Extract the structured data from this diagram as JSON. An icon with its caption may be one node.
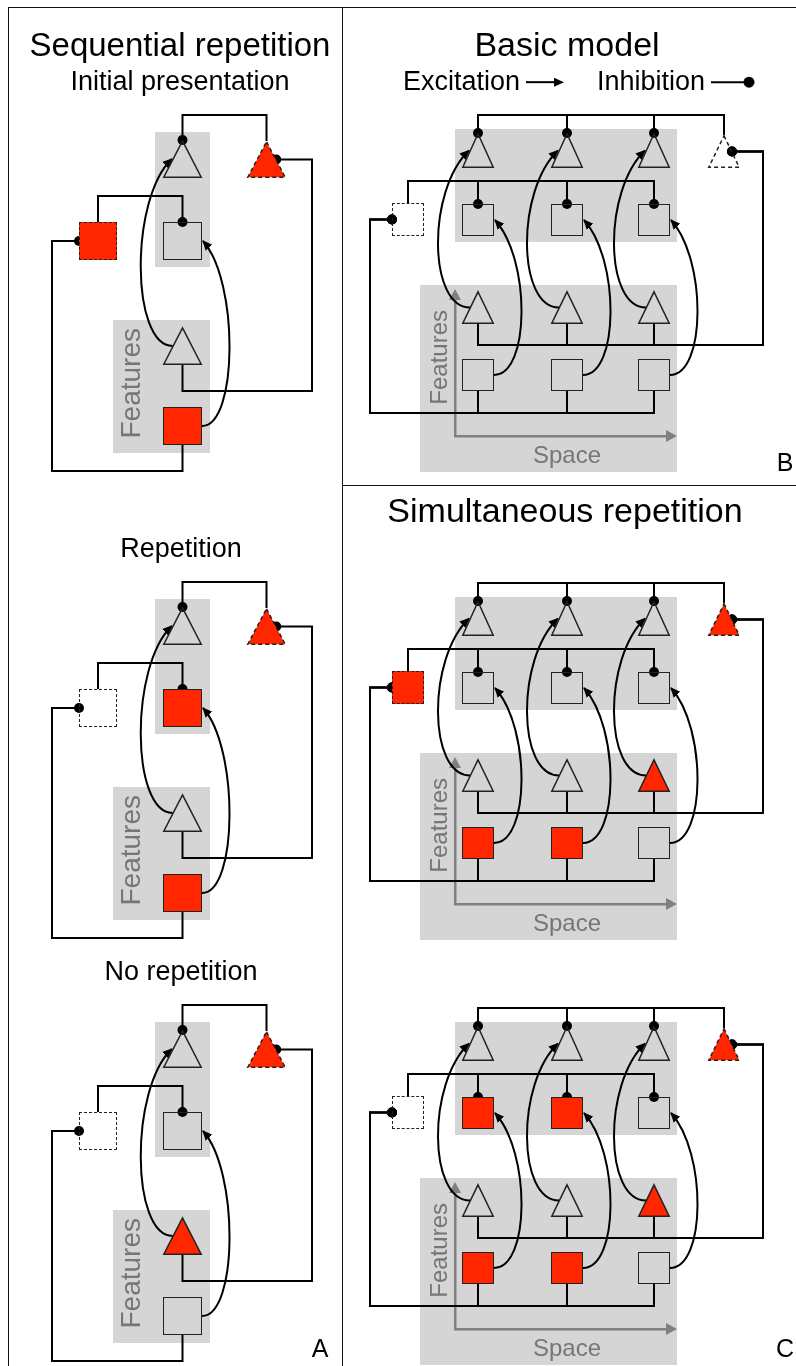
{
  "diagram": {
    "nodes": [
      {
        "text": [],
        "shape": "box"
      },
      {
        "text": [],
        "shape": "triangle",
        "in": 0
      },
      {
        "text": [],
        "shape": "square",
        "in": 0
      },
      {
        "text": [],
        "shape": "triangle"
      },
      {
        "text": [],
        "shape": "square"
      },
      {
        "text": [
          "Features"
        ]
      },
      {
        "text": [],
        "shape": "triangle",
        "in": 5
      },
      {
        "text": [],
        "shape": "square",
        "in": 5
      },
      {
        "text": [],
        "shape": "box"
      },
      {
        "text": [],
        "shape": "triangle",
        "in": 8
      },
      {
        "text": [],
        "shape": "square",
        "in": 8
      },
      {
        "text": [],
        "shape": "triangle"
      },
      {
        "text": [],
        "shape": "square"
      },
      {
        "text": [
          "Features"
        ]
      },
      {
        "text": [],
        "shape": "triangle",
        "in": 13
      },
      {
        "text": [],
        "shape": "square",
        "in": 13
      },
      {
        "text": [],
        "shape": "box"
      },
      {
        "text": [],
        "shape": "triangle",
        "in": 16
      },
      {
        "text": [],
        "shape": "square",
        "in": 16
      },
      {
        "text": [],
        "shape": "triangle"
      },
      {
        "text": [],
        "shape": "square"
      },
      {
        "text": [
          "Features"
        ]
      },
      {
        "text": [],
        "shape": "triangle",
        "in": 21
      },
      {
        "text": [],
        "shape": "square",
        "in": 21
      },
      {
        "text": [],
        "shape": "box"
      },
      {
        "text": [],
        "shape": "triangle",
        "in": 24
      },
      {
        "text": [],
        "shape": "triangle",
        "in": 24
      },
      {
        "text": [],
        "shape": "triangle",
        "in": 24
      },
      {
        "text": [],
        "shape": "square",
        "in": 24
      },
      {
        "text": [],
        "shape": "square",
        "in": 24
      },
      {
        "text": [],
        "shape": "square",
        "in": 24
      },
      {
        "text": [],
        "shape": "triangle"
      },
      {
        "text": [],
        "shape": "square"
      },
      {
        "text": [
          "Features",
          "Space"
        ]
      },
      {
        "text": [],
        "shape": "triangle",
        "in": 33
      },
      {
        "text": [],
        "shape": "triangle",
        "in": 33
      },
      {
        "text": [],
        "shape": "triangle",
        "in": 33
      },
      {
        "text": [],
        "shape": "square",
        "in": 33
      },
      {
        "text": [],
        "shape": "square",
        "in": 33
      },
      {
        "text": [],
        "shape": "square",
        "in": 33
      },
      {
        "text": [],
        "shape": "box"
      },
      {
        "text": [],
        "shape": "triangle",
        "in": 40
      },
      {
        "text": [],
        "shape": "triangle",
        "in": 40
      },
      {
        "text": [],
        "shape": "triangle",
        "in": 40
      },
      {
        "text": [],
        "shape": "square",
        "in": 40
      },
      {
        "text": [],
        "shape": "square",
        "in": 40
      },
      {
        "text": [],
        "shape": "square",
        "in": 40
      },
      {
        "text": [],
        "shape": "triangle"
      },
      {
        "text": [],
        "shape": "square"
      },
      {
        "text": [
          "Features",
          "Space"
        ]
      },
      {
        "text": [],
        "shape": "triangle",
        "in": 49
      },
      {
        "text": [],
        "shape": "triangle",
        "in": 49
      },
      {
        "text": [],
        "shape": "triangle",
        "in": 49
      },
      {
        "text": [],
        "shape": "square",
        "in": 49
      },
      {
        "text": [],
        "shape": "square",
        "in": 49
      },
      {
        "text": [],
        "shape": "square",
        "in": 49
      },
      {
        "text": [],
        "shape": "box"
      },
      {
        "text": [],
        "shape": "triangle",
        "in": 56
      },
      {
        "text": [],
        "shape": "triangle",
        "in": 56
      },
      {
        "text": [],
        "shape": "triangle",
        "in": 56
      },
      {
        "text": [],
        "shape": "square",
        "in": 56
      },
      {
        "text": [],
        "shape": "square",
        "in": 56
      },
      {
        "text": [],
        "shape": "square",
        "in": 56
      },
      {
        "text": [],
        "shape": "triangle"
      },
      {
        "text": [],
        "shape": "square"
      },
      {
        "text": [
          "Features",
          "Space"
        ]
      },
      {
        "text": [],
        "shape": "triangle",
        "in": 65
      },
      {
        "text": [],
        "shape": "triangle",
        "in": 65
      },
      {
        "text": [],
        "shape": "triangle",
        "in": 65
      },
      {
        "text": [],
        "shape": "square",
        "in": 65
      },
      {
        "text": [],
        "shape": "square",
        "in": 65
      },
      {
        "text": [],
        "shape": "square",
        "in": 65
      }
    ],
    "edges": [
      {
        "from": 3,
        "to": 1,
        "arrow": "other"
      },
      {
        "from": 4,
        "to": 2,
        "arrow": "other"
      },
      {
        "from": 6,
        "to": 3,
        "arrow": "other"
      },
      {
        "from": 7,
        "to": 4,
        "arrow": "other"
      },
      {
        "from": 6,
        "to": 1,
        "arrow": "to"
      },
      {
        "from": 7,
        "to": 2,
        "arrow": "to"
      },
      {
        "from": 11,
        "to": 9,
        "arrow": "other"
      },
      {
        "from": 12,
        "to": 10,
        "arrow": "other"
      },
      {
        "from": 14,
        "to": 11,
        "arrow": "other"
      },
      {
        "from": 15,
        "to": 12,
        "arrow": "other"
      },
      {
        "from": 14,
        "to": 9,
        "arrow": "to"
      },
      {
        "from": 15,
        "to": 10,
        "arrow": "to"
      },
      {
        "from": 19,
        "to": 17,
        "arrow": "other"
      },
      {
        "from": 20,
        "to": 18,
        "arrow": "other"
      },
      {
        "from": 22,
        "to": 19,
        "arrow": "other"
      },
      {
        "from": 23,
        "to": 20,
        "arrow": "other"
      },
      {
        "from": 22,
        "to": 17,
        "arrow": "to"
      },
      {
        "from": 23,
        "to": 18,
        "arrow": "to"
      },
      {
        "from": 31,
        "to": 25,
        "arrow": "other"
      },
      {
        "from": 31,
        "to": 26,
        "arrow": "other"
      },
      {
        "from": 31,
        "to": 27,
        "arrow": "other"
      },
      {
        "from": 32,
        "to": 28,
        "arrow": "other"
      },
      {
        "from": 32,
        "to": 29,
        "arrow": "other"
      },
      {
        "from": 32,
        "to": 30,
        "arrow": "other"
      },
      {
        "from": 34,
        "to": 31,
        "arrow": "other"
      },
      {
        "from": 35,
        "to": 31,
        "arrow": "other"
      },
      {
        "from": 36,
        "to": 31,
        "arrow": "other"
      },
      {
        "from": 37,
        "to": 32,
        "arrow": "other"
      },
      {
        "from": 38,
        "to": 32,
        "arrow": "other"
      },
      {
        "from": 39,
        "to": 32,
        "arrow": "other"
      },
      {
        "from": 34,
        "to": 25,
        "arrow": "to"
      },
      {
        "from": 35,
        "to": 26,
        "arrow": "to"
      },
      {
        "from": 36,
        "to": 27,
        "arrow": "to"
      },
      {
        "from": 37,
        "to": 28,
        "arrow": "to"
      },
      {
        "from": 38,
        "to": 29,
        "arrow": "to"
      },
      {
        "from": 39,
        "to": 30,
        "arrow": "to"
      },
      {
        "from": 47,
        "to": 41,
        "arrow": "other"
      },
      {
        "from": 47,
        "to": 42,
        "arrow": "other"
      },
      {
        "from": 47,
        "to": 43,
        "arrow": "other"
      },
      {
        "from": 48,
        "to": 44,
        "arrow": "other"
      },
      {
        "from": 48,
        "to": 45,
        "arrow": "other"
      },
      {
        "from": 48,
        "to": 46,
        "arrow": "other"
      },
      {
        "from": 50,
        "to": 47,
        "arrow": "other"
      },
      {
        "from": 51,
        "to": 47,
        "arrow": "other"
      },
      {
        "from": 52,
        "to": 47,
        "arrow": "other"
      },
      {
        "from": 53,
        "to": 48,
        "arrow": "other"
      },
      {
        "from": 54,
        "to": 48,
        "arrow": "other"
      },
      {
        "from": 55,
        "to": 48,
        "arrow": "other"
      },
      {
        "from": 50,
        "to": 41,
        "arrow": "to"
      },
      {
        "from": 51,
        "to": 42,
        "arrow": "to"
      },
      {
        "from": 52,
        "to": 43,
        "arrow": "to"
      },
      {
        "from": 53,
        "to": 44,
        "arrow": "to"
      },
      {
        "from": 54,
        "to": 45,
        "arrow": "to"
      },
      {
        "from": 55,
        "to": 46,
        "arrow": "to"
      },
      {
        "from": 63,
        "to": 57,
        "arrow": "other"
      },
      {
        "from": 63,
        "to": 58,
        "arrow": "other"
      },
      {
        "from": 63,
        "to": 59,
        "arrow": "other"
      },
      {
        "from": 64,
        "to": 60,
        "arrow": "other"
      },
      {
        "from": 64,
        "to": 61,
        "arrow": "other"
      },
      {
        "from": 64,
        "to": 62,
        "arrow": "other"
      },
      {
        "from": 66,
        "to": 63,
        "arrow": "other"
      },
      {
        "from": 67,
        "to": 63,
        "arrow": "other"
      },
      {
        "from": 68,
        "to": 63,
        "arrow": "other"
      },
      {
        "from": 69,
        "to": 64,
        "arrow": "other"
      },
      {
        "from": 70,
        "to": 64,
        "arrow": "other"
      },
      {
        "from": 71,
        "to": 64,
        "arrow": "other"
      },
      {
        "from": 66,
        "to": 57,
        "arrow": "to"
      },
      {
        "from": 67,
        "to": 58,
        "arrow": "to"
      },
      {
        "from": 68,
        "to": 59,
        "arrow": "to"
      },
      {
        "from": 69,
        "to": 60,
        "arrow": "to"
      },
      {
        "from": 70,
        "to": 61,
        "arrow": "to"
      },
      {
        "from": 71,
        "to": 62,
        "arrow": "to"
      }
    ],
    "labels": [
      "Sequential repetition",
      "Initial presentation",
      "Basic model",
      "B",
      "Simultaneous repetition",
      "Repetition",
      "No repetition",
      "A",
      "C"
    ],
    "legend": [
      {
        "text": "Excitation"
      },
      {
        "text": "Inhibition"
      }
    ]
  }
}
